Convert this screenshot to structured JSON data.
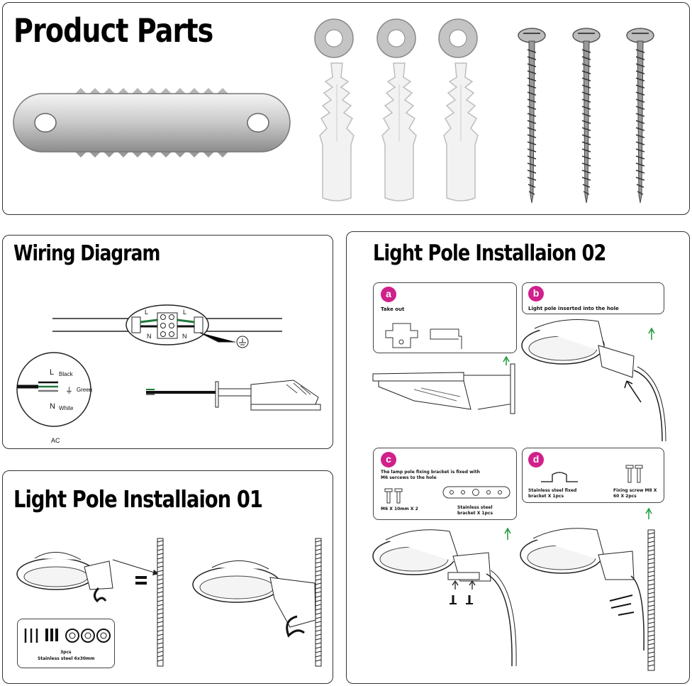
{
  "parts": {
    "title": "Product Parts"
  },
  "wiring": {
    "title": "Wiring Diagram",
    "connector_l_left": "L",
    "connector_l_right": "L",
    "connector_n_left": "N",
    "connector_n_right": "N",
    "wire_l": "L",
    "wire_l_name": "Black",
    "wire_g_name": "Green",
    "wire_n": "N",
    "wire_n_name": "White",
    "ac_label": "AC"
  },
  "pole1": {
    "title": "Light Pole Installaion 01",
    "qty": "3pcs",
    "screw_spec": "Stainless steel 6x30mm"
  },
  "pole2": {
    "title": "Light Pole Installaion 02",
    "step_a": {
      "badge": "a",
      "text": "Take out"
    },
    "step_b": {
      "badge": "b",
      "text": "Light pole inserted into the hole"
    },
    "step_c": {
      "badge": "c",
      "text": "The lamp pole fixing bracket is fixed with M6 sercews to the hole",
      "screws": "M6 X 10mm X 2",
      "bracket": "Stainless steel bracket X 1pcs"
    },
    "step_d": {
      "badge": "d",
      "bracket": "Stainless steel fixed bracket X 1pcs",
      "screw": "Fixing screw M8 X 60 X 2pcs"
    }
  },
  "colors": {
    "badge": "#d0208a",
    "arrow": "#1a9a3a",
    "ground_wire": "#1e7a3c"
  }
}
